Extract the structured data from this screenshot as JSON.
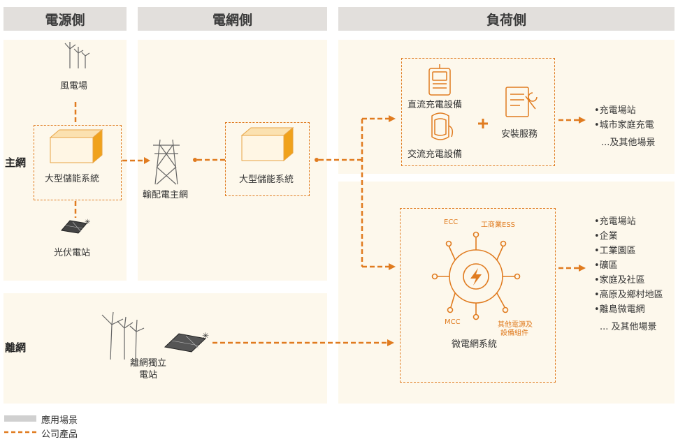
{
  "headers": {
    "source": "電源側",
    "grid": "電網側",
    "load": "負荷側"
  },
  "rows": {
    "main": "主網",
    "off": "離網"
  },
  "source_side": {
    "wind": "風電場",
    "storage": "大型儲能系統",
    "pv": "光伏電站"
  },
  "grid_side": {
    "transmission": "輸配電主網",
    "storage": "大型儲能系統"
  },
  "load_side": {
    "dc_charging": "直流充電設備",
    "ac_charging": "交流充電設備",
    "install": "安裝服務",
    "upper_scenarios": [
      "•充電場站",
      "•城市家庭充電"
    ],
    "upper_more": "...及其他場景",
    "micro": {
      "ecc": "ECC",
      "ess": "工商業ESS",
      "mcc": "MCC",
      "other_line1": "其他電源及",
      "other_line2": "設備組件",
      "title": "微電網系統"
    },
    "lower_scenarios": [
      "•充電場站",
      "•企業",
      "•工業園區",
      "•礦區",
      "•家庭及社區",
      "•高原及鄉村地區",
      "•離島微電網"
    ],
    "lower_more": "... 及其他場景"
  },
  "offgrid": {
    "line1": "離網獨立",
    "line2": "電站"
  },
  "legend": {
    "scenario": "應用場景",
    "product": "公司產品"
  },
  "colors": {
    "accent": "#e07b1f",
    "panel": "#fdf8ec",
    "header": "#e2dfdc",
    "legend_gray": "#d0d0d0"
  }
}
